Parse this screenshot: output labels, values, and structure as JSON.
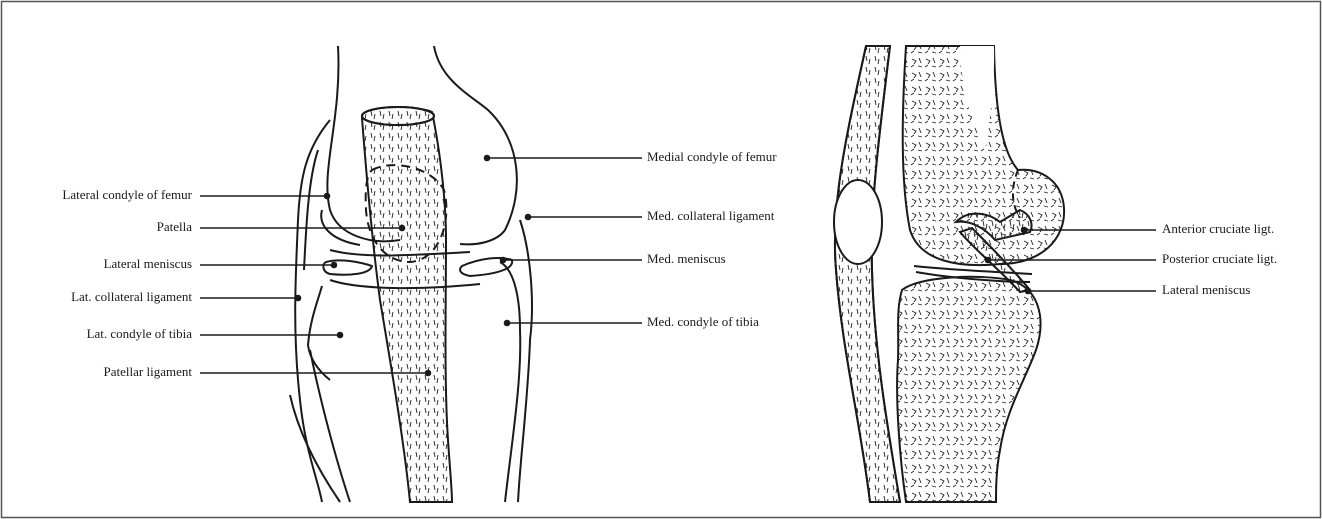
{
  "colors": {
    "ink": "#1a1a1a",
    "paper": "#ffffff"
  },
  "front_view": {
    "labels": {
      "lateral_condyle_of_femur": "Lateral condyle of femur",
      "patella": "Patella",
      "lateral_meniscus": "Lateral meniscus",
      "lat_collateral_ligament": "Lat. collateral ligament",
      "lat_condyle_of_tibia": "Lat. condyle of tibia",
      "patellar_ligament": "Patellar ligament",
      "medial_condyle_of_femur": "Medial condyle of femur",
      "med_collateral_ligament": "Med. collateral ligament",
      "med_meniscus": "Med. meniscus",
      "med_condyle_of_tibia": "Med. condyle of tibia"
    }
  },
  "side_view": {
    "labels": {
      "anterior_cruciate_ligt": "Anterior cruciate ligt.",
      "posterior_cruciate_ligt": "Posterior cruciate ligt.",
      "lateral_meniscus": "Lateral meniscus"
    }
  }
}
